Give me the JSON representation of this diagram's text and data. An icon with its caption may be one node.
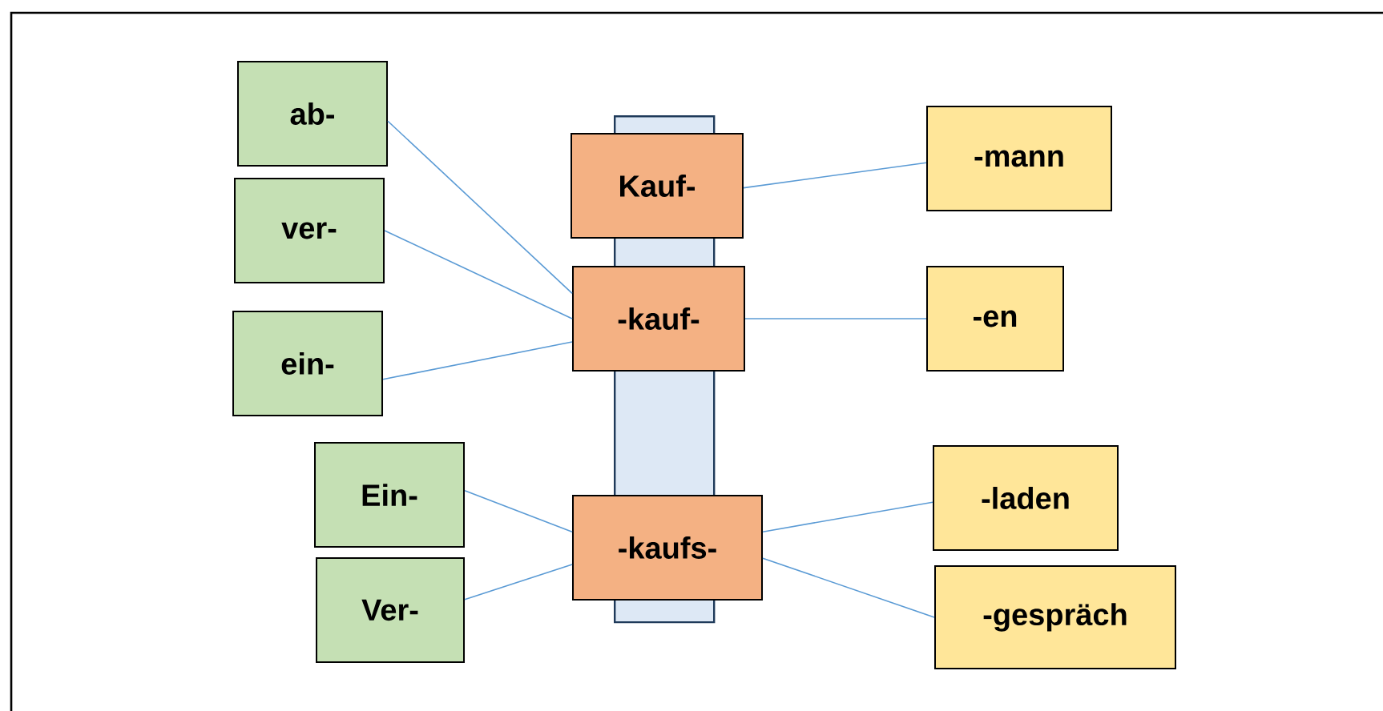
{
  "diagram": {
    "nodes": [
      {
        "text": [
          "ab-"
        ]
      },
      {
        "text": [
          "ver-"
        ]
      },
      {
        "text": [
          "ein-"
        ]
      },
      {
        "text": [
          "Ein-"
        ]
      },
      {
        "text": [
          "Ver-"
        ]
      },
      {
        "text": [
          "Kauf-"
        ]
      },
      {
        "text": [
          "-kauf-"
        ]
      },
      {
        "text": [
          "-kaufs-"
        ]
      },
      {
        "text": [
          "-mann"
        ]
      },
      {
        "text": [
          "-en"
        ]
      },
      {
        "text": [
          "-laden"
        ]
      },
      {
        "text": [
          "-gespräch"
        ]
      },
      {
        "text": [],
        "shape": "bar"
      }
    ],
    "edges": [
      {
        "from": 0,
        "to": 6,
        "arrow": "none"
      },
      {
        "from": 1,
        "to": 6,
        "arrow": "none"
      },
      {
        "from": 2,
        "to": 6,
        "arrow": "none"
      },
      {
        "from": 3,
        "to": 7,
        "arrow": "none"
      },
      {
        "from": 4,
        "to": 7,
        "arrow": "none"
      },
      {
        "from": 5,
        "to": 8,
        "arrow": "none"
      },
      {
        "from": 6,
        "to": 9,
        "arrow": "none"
      },
      {
        "from": 7,
        "to": 10,
        "arrow": "none"
      },
      {
        "from": 7,
        "to": 11,
        "arrow": "none"
      }
    ]
  }
}
